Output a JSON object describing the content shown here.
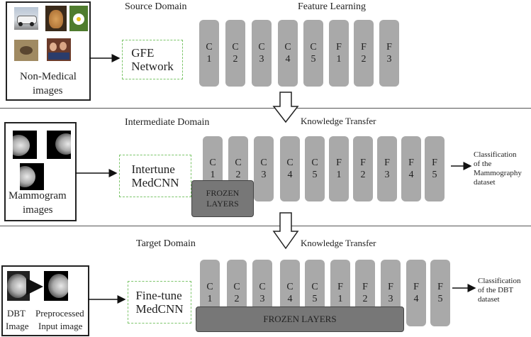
{
  "source": {
    "title": "Source Domain",
    "images_label_1": "Non-Medical",
    "images_label_2": "images",
    "network_1": "GFE",
    "network_2": "Network",
    "stage_title": "Feature Learning",
    "layers": [
      {
        "a": "C",
        "b": "1"
      },
      {
        "a": "C",
        "b": "2"
      },
      {
        "a": "C",
        "b": "3"
      },
      {
        "a": "C",
        "b": "4"
      },
      {
        "a": "C",
        "b": "5"
      },
      {
        "a": "F",
        "b": "1"
      },
      {
        "a": "F",
        "b": "2"
      },
      {
        "a": "F",
        "b": "3"
      }
    ]
  },
  "intermediate": {
    "title": "Intermediate Domain",
    "transfer_label": "Knowledge Transfer",
    "images_label_1": "Mammogram",
    "images_label_2": "images",
    "network_1": "Intertune",
    "network_2": "MedCNN",
    "frozen_1": "FROZEN",
    "frozen_2": "LAYERS",
    "layers": [
      {
        "a": "C",
        "b": "1"
      },
      {
        "a": "C",
        "b": "2"
      },
      {
        "a": "C",
        "b": "3"
      },
      {
        "a": "C",
        "b": "4"
      },
      {
        "a": "C",
        "b": "5"
      },
      {
        "a": "F",
        "b": "1"
      },
      {
        "a": "F",
        "b": "2"
      },
      {
        "a": "F",
        "b": "3"
      },
      {
        "a": "F",
        "b": "4"
      },
      {
        "a": "F",
        "b": "5"
      }
    ],
    "output_1": "Classification",
    "output_2": "of the",
    "output_3": "Mammography",
    "output_4": "dataset"
  },
  "target": {
    "title": "Target Domain",
    "transfer_label": "Knowledge Transfer",
    "dbt_1": "DBT",
    "dbt_2": "Image",
    "pre_1": "Preprocessed",
    "pre_2": "Input image",
    "network_1": "Fine-tune",
    "network_2": "MedCNN",
    "frozen": "FROZEN LAYERS",
    "layers": [
      {
        "a": "C",
        "b": "1"
      },
      {
        "a": "C",
        "b": "2"
      },
      {
        "a": "C",
        "b": "3"
      },
      {
        "a": "C",
        "b": "4"
      },
      {
        "a": "C",
        "b": "5"
      },
      {
        "a": "F",
        "b": "1"
      },
      {
        "a": "F",
        "b": "2"
      },
      {
        "a": "F",
        "b": "3"
      },
      {
        "a": "F",
        "b": "4"
      },
      {
        "a": "F",
        "b": "5"
      }
    ],
    "output_1": "Classification",
    "output_2": "of the DBT",
    "output_3": "dataset"
  },
  "colors": {
    "layer": "#a9a9a9",
    "frozen": "#777777",
    "network_border": "#7cc56a"
  }
}
